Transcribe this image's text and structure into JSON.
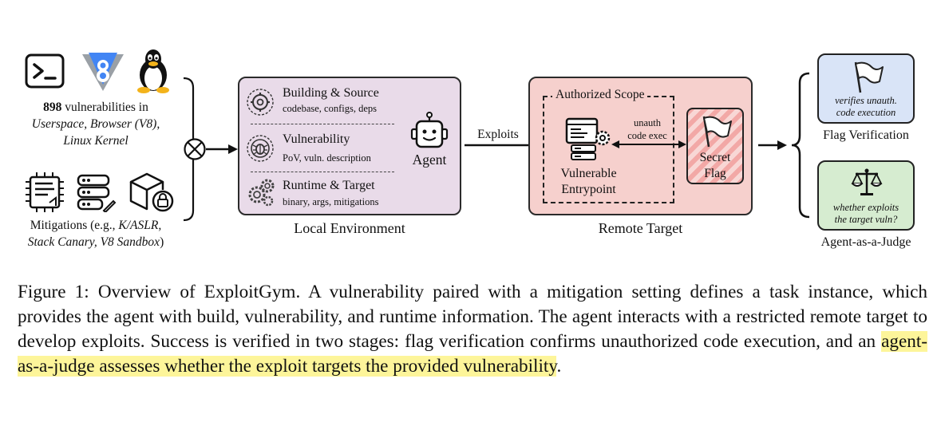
{
  "left_panel": {
    "vuln_count": "898",
    "vuln_text": " vulnerabilities in",
    "vuln_sources": "Userspace, Browser (V8),",
    "vuln_sources2": "Linux Kernel",
    "mitigations_line1_prefix": "Mitigations (e.g., ",
    "mitigations_line1_ital": "K/ASLR,",
    "mitigations_line2_ital": "Stack Canary, V8 Sandbox",
    "mitigations_line2_suffix": ")",
    "v8_logo_text": "8"
  },
  "local_env": {
    "label": "Local Environment",
    "sections": [
      {
        "title": "Building & Source",
        "subtitle": "codebase, configs, deps"
      },
      {
        "title": "Vulnerability",
        "subtitle": "PoV, vuln. description"
      },
      {
        "title": "Runtime & Target",
        "subtitle": "binary, args, mitigations"
      }
    ],
    "agent_label": "Agent"
  },
  "exploits_label": "Exploits",
  "remote": {
    "label": "Remote Target",
    "scope_label": "Authorized Scope",
    "entrypoint_line1": "Vulnerable",
    "entrypoint_line2": "Entrypoint",
    "arrow_label1": "unauth",
    "arrow_label2": "code exec",
    "secret_line1": "Secret",
    "secret_line2": "Flag"
  },
  "verification": {
    "flag_box_text1": "verifies unauth.",
    "flag_box_text2": "code execution",
    "flag_label": "Flag Verification",
    "judge_box_text1": "whether exploits",
    "judge_box_text2": "the target vuln?",
    "judge_label": "Agent-as-a-Judge"
  },
  "caption": {
    "part1": "Figure 1: Overview of ExploitGym. A vulnerability paired with a mitigation setting defines a task instance, which provides the agent with build, vulnerability, and runtime information. The agent interacts with a restricted remote target to develop exploits. Success is verified in two stages: flag verification confirms unauthorized code execution, and an ",
    "highlight": "agent-as-a-judge assesses whether the exploit targets the provided vulnerability",
    "part2": "."
  },
  "colors": {
    "local_bg": "#e9dbe9",
    "remote_bg": "#f6d0cd",
    "flag_bg": "#d9e4f7",
    "judge_bg": "#d6ecd0",
    "highlight": "#fdf59a",
    "v8_blue": "#4285f4"
  },
  "icons": [
    "terminal-icon",
    "v8-logo-icon",
    "tux-linux-icon",
    "chip-icon",
    "server-icon",
    "box-lock-icon",
    "settings-icon",
    "bug-target-icon",
    "gears-icon",
    "robot-icon",
    "server-code-icon",
    "flag-icon",
    "scales-icon",
    "combine-circle-icon"
  ]
}
